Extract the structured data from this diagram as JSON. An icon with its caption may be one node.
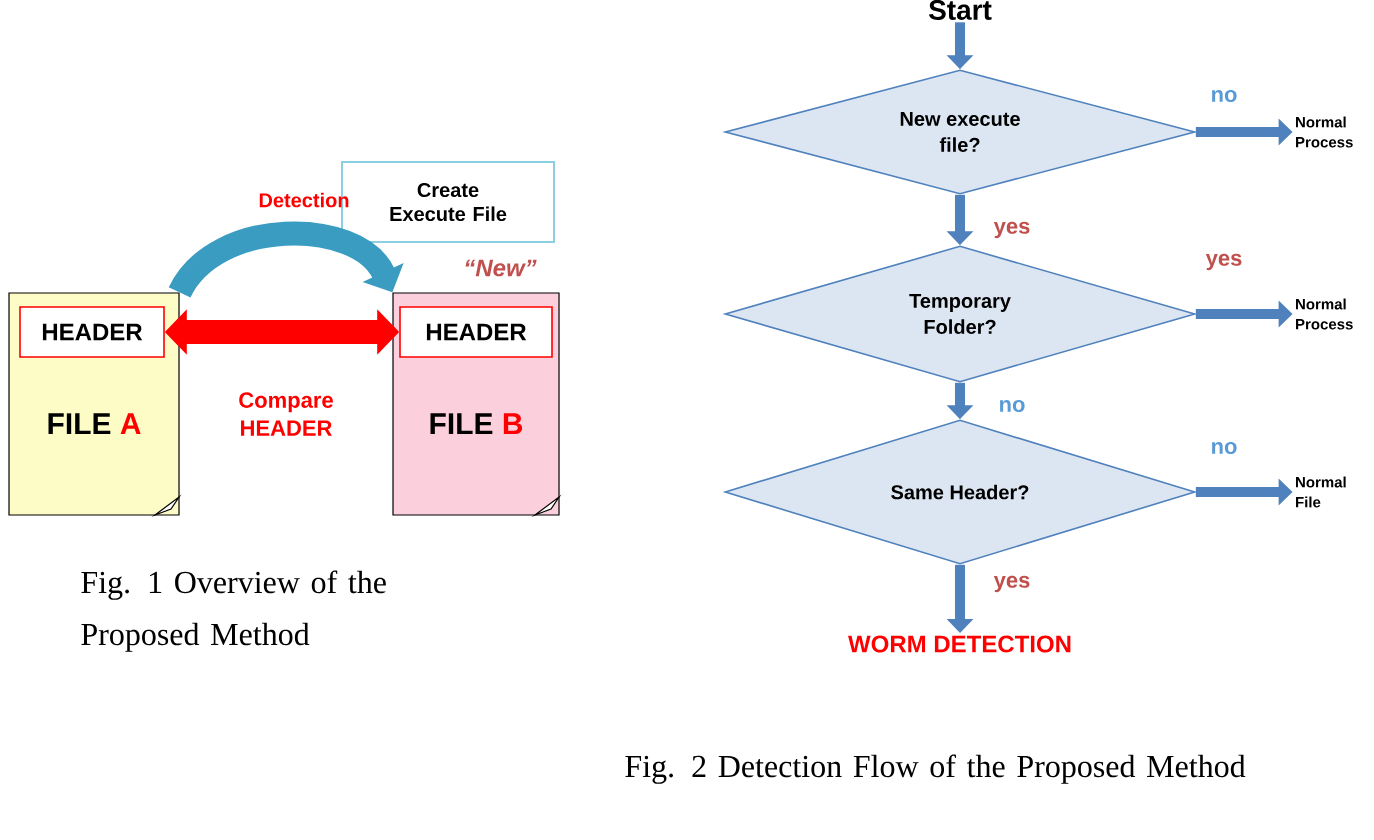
{
  "diagram": {
    "nodes": [
      {
        "text": [
          "Create Execute File"
        ]
      },
      {
        "text": [
          "FILE",
          "A"
        ]
      },
      {
        "text": [
          "HEADER"
        ],
        "in": 1
      },
      {
        "text": [
          "FILE",
          "B"
        ],
        "beside": [
          "“New”"
        ]
      },
      {
        "text": [
          "HEADER"
        ],
        "in": 3
      },
      {
        "text": [
          "Start"
        ]
      },
      {
        "text": [
          "New execute file?"
        ]
      },
      {
        "text": [
          "Normal Process"
        ]
      },
      {
        "text": [
          "Temporary Folder?"
        ]
      },
      {
        "text": [
          "Normal Process"
        ]
      },
      {
        "text": [
          "Same Header?"
        ]
      },
      {
        "text": [
          "Normal File"
        ]
      },
      {
        "text": [
          "WORM DETECTION"
        ]
      }
    ],
    "edges": [
      {
        "from": 2,
        "to": 4,
        "arrow": "both",
        "label": "Compare HEADER",
        "style": "thick",
        "color": "#ff0000"
      },
      {
        "from": 1,
        "to": 3,
        "arrow": "to",
        "style": "thick",
        "color": "#3b9cc2"
      },
      {
        "from": 5,
        "to": 6,
        "arrow": "to"
      },
      {
        "from": 6,
        "to": 7,
        "arrow": "to",
        "label": "no"
      },
      {
        "from": 6,
        "to": 8,
        "arrow": "to",
        "label": "yes"
      },
      {
        "from": 8,
        "to": 9,
        "arrow": "to",
        "label": "yes"
      },
      {
        "from": 8,
        "to": 10,
        "arrow": "to",
        "label": "no"
      },
      {
        "from": 10,
        "to": 11,
        "arrow": "to",
        "label": "no"
      },
      {
        "from": 10,
        "to": 12,
        "arrow": "to",
        "label": "yes"
      }
    ],
    "labels": [
      "Detection",
      "Fig. 1 Overview of the Proposed Method",
      "Fig. 2 Detection Flow of the Proposed Method"
    ]
  }
}
